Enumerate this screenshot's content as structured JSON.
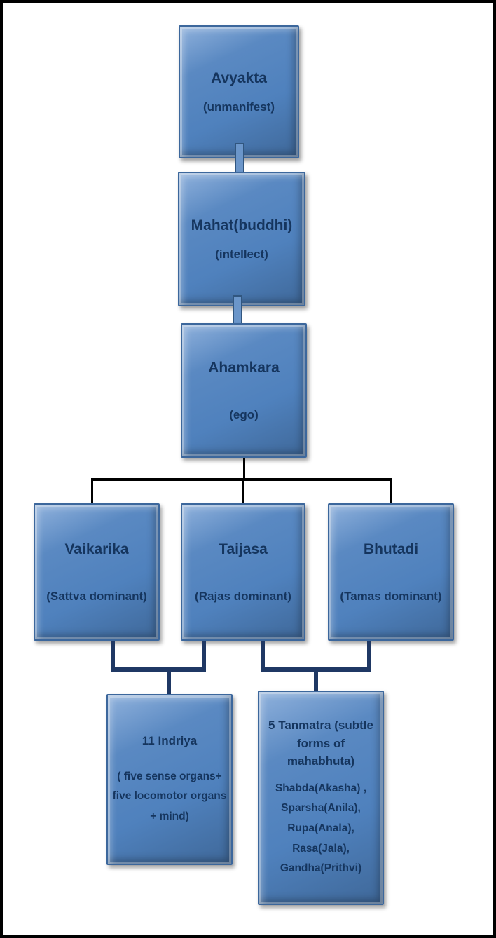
{
  "colors": {
    "background": "#ffffff",
    "frame": "#000000",
    "box_fill": "#4f81bd",
    "box_border": "#3c679c",
    "text": "#15355e",
    "arrow_fill": "#6b96ca",
    "arrow_outline": "#31567f",
    "tree_connector": "#000000",
    "bracket_connector": "#1f3864"
  },
  "nodes": {
    "avyakta": {
      "title": "Avyakta",
      "subtitle": "(unmanifest)"
    },
    "mahat": {
      "title": "Mahat(buddhi)",
      "subtitle": "(intellect)"
    },
    "ahamkara": {
      "title": "Ahamkara",
      "subtitle": "(ego)"
    },
    "vaikarika": {
      "title": "Vaikarika",
      "subtitle": "(Sattva dominant)"
    },
    "taijasa": {
      "title": "Taijasa",
      "subtitle": "(Rajas dominant)"
    },
    "bhutadi": {
      "title": "Bhutadi",
      "subtitle": "(Tamas dominant)"
    },
    "indriya": {
      "title": "11 Indriya",
      "body": "( five sense organs+ five locomotor organs + mind)"
    },
    "tanmatra": {
      "title": "5 Tanmatra (subtle forms of mahabhuta)",
      "body": "Shabda(Akasha) , Sparsha(Anila), Rupa(Anala), Rasa(Jala), Gandha(Prithvi)"
    }
  },
  "edges": [
    {
      "from": "avyakta",
      "to": "mahat",
      "style": "block-arrow"
    },
    {
      "from": "mahat",
      "to": "ahamkara",
      "style": "block-arrow"
    },
    {
      "from": "ahamkara",
      "to": "vaikarika",
      "style": "tree-line"
    },
    {
      "from": "ahamkara",
      "to": "taijasa",
      "style": "tree-line"
    },
    {
      "from": "ahamkara",
      "to": "bhutadi",
      "style": "tree-line"
    },
    {
      "from": "vaikarika",
      "to": "indriya",
      "style": "bracket"
    },
    {
      "from": "taijasa",
      "to": "indriya",
      "style": "bracket"
    },
    {
      "from": "taijasa",
      "to": "tanmatra",
      "style": "bracket"
    },
    {
      "from": "bhutadi",
      "to": "tanmatra",
      "style": "bracket"
    }
  ]
}
